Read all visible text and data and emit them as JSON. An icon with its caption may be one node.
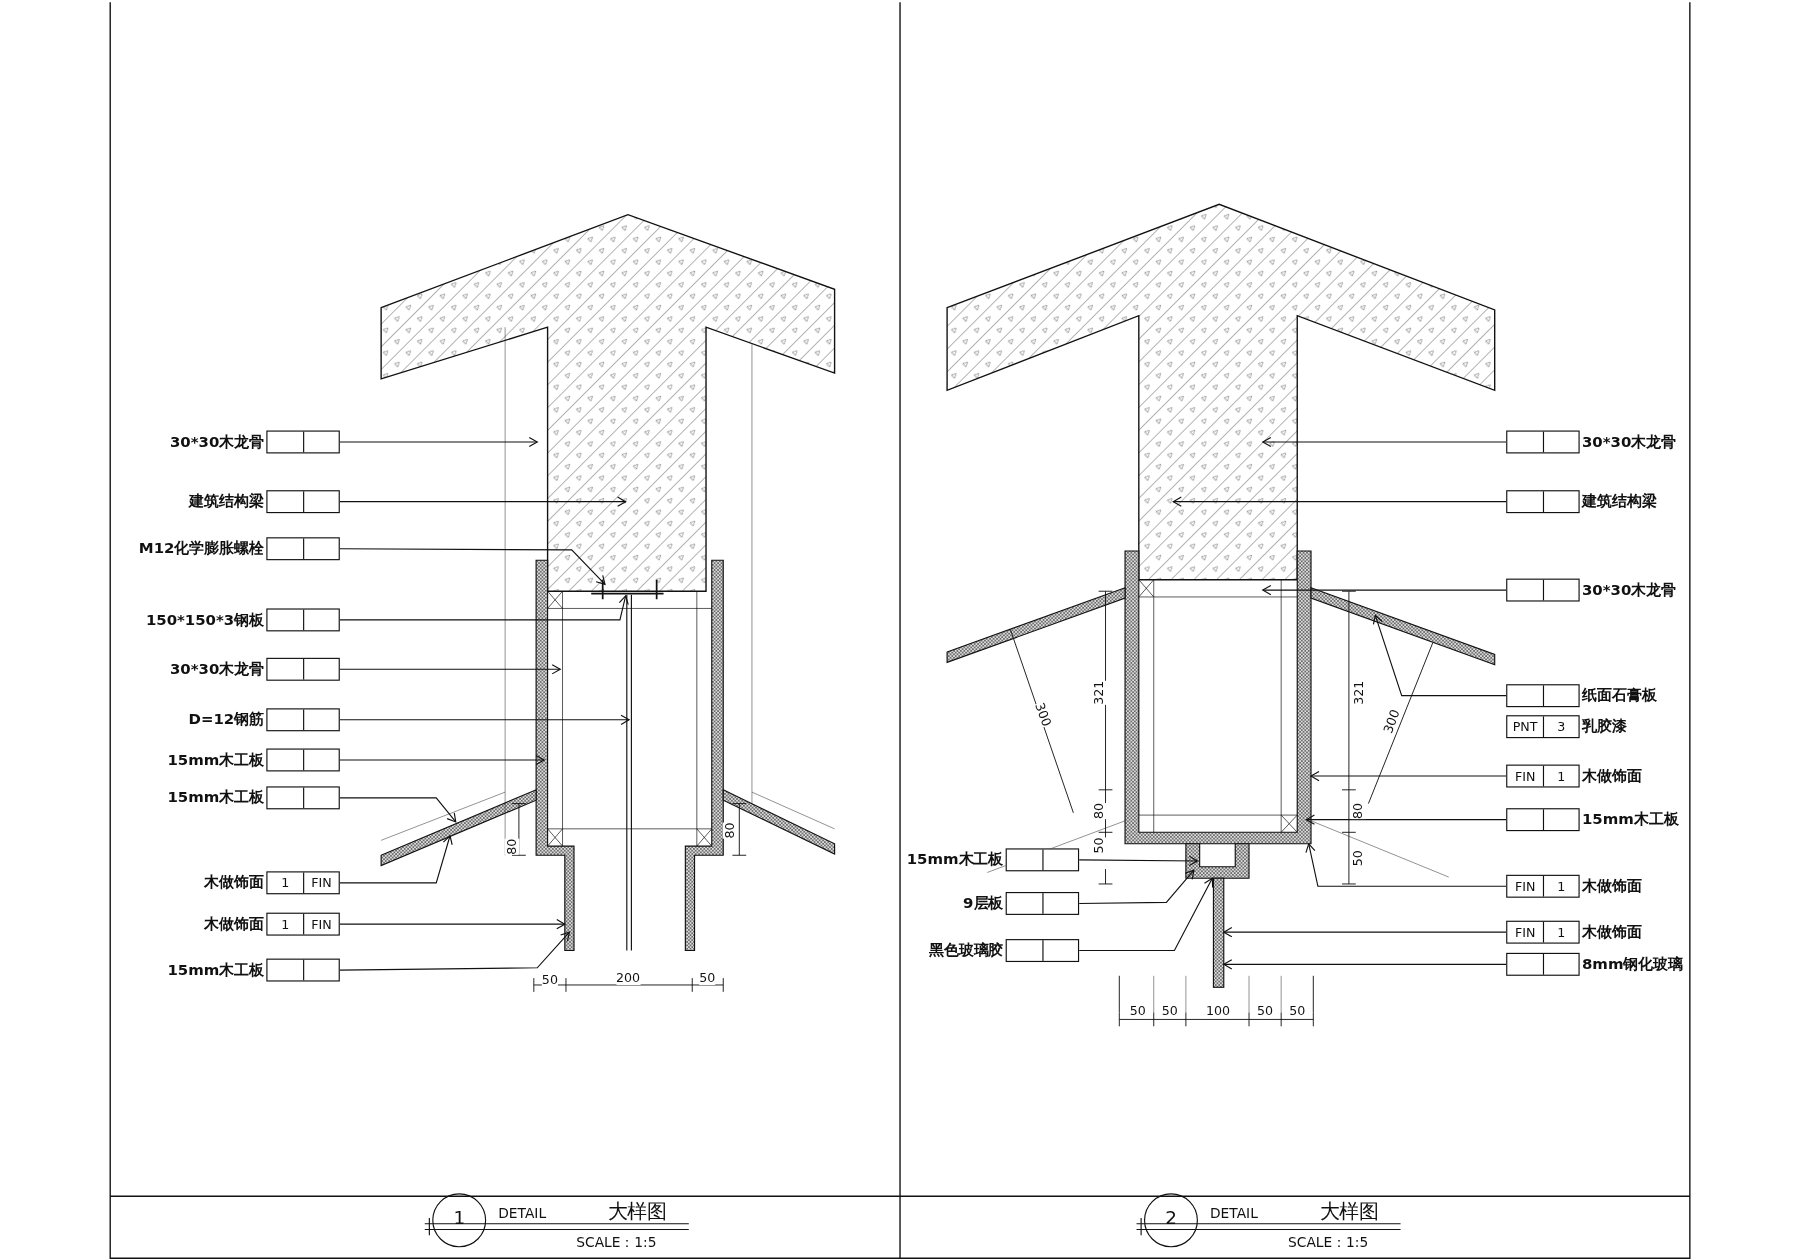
{
  "diagram": {
    "nodes": [
      {
        "text": [
          "30*30木龙骨"
        ]
      },
      {
        "text": [
          "建筑结构梁"
        ]
      },
      {
        "text": [
          "M12化学膨胀螺栓"
        ]
      },
      {
        "text": [
          "150*150*3钢板"
        ]
      },
      {
        "text": [
          "30*30木龙骨"
        ]
      },
      {
        "text": [
          "D=12钢筋"
        ]
      },
      {
        "text": [
          "15mm木工板"
        ]
      },
      {
        "text": [
          "15mm木工板"
        ]
      },
      {
        "text": [
          "木做饰面",
          "1",
          "FIN"
        ]
      },
      {
        "text": [
          "木做饰面",
          "1",
          "FIN"
        ]
      },
      {
        "text": [
          "15mm木工板"
        ]
      },
      {
        "text": [
          "30*30木龙骨"
        ]
      },
      {
        "text": [
          "建筑结构梁"
        ]
      },
      {
        "text": [
          "30*30木龙骨"
        ]
      },
      {
        "text": [
          "纸面石膏板"
        ]
      },
      {
        "text": [
          "PNT",
          "3",
          "乳胶漆"
        ]
      },
      {
        "text": [
          "FIN",
          "1",
          "木做饰面"
        ]
      },
      {
        "text": [
          "15mm木工板"
        ]
      },
      {
        "text": [
          "FIN",
          "1",
          "木做饰面"
        ]
      },
      {
        "text": [
          "FIN",
          "1",
          "木做饰面"
        ]
      },
      {
        "text": [
          "8mm钢化玻璃"
        ]
      },
      {
        "text": [
          "15mm木工板"
        ]
      },
      {
        "text": [
          "9层板"
        ]
      },
      {
        "text": [
          "黑色玻璃胶"
        ]
      }
    ],
    "edges": [
      {
        "from": 0,
        "to": null,
        "arrow": "to"
      },
      {
        "from": 1,
        "to": null,
        "arrow": "to"
      },
      {
        "from": 2,
        "to": null,
        "arrow": "to"
      },
      {
        "from": 3,
        "to": null,
        "arrow": "to"
      },
      {
        "from": 4,
        "to": null,
        "arrow": "to"
      },
      {
        "from": 5,
        "to": null,
        "arrow": "to"
      },
      {
        "from": 6,
        "to": null,
        "arrow": "to"
      },
      {
        "from": 7,
        "to": null,
        "arrow": "to"
      },
      {
        "from": 8,
        "to": null,
        "arrow": "to"
      },
      {
        "from": 9,
        "to": null,
        "arrow": "to"
      },
      {
        "from": 10,
        "to": null,
        "arrow": "to"
      },
      {
        "from": 11,
        "to": null,
        "arrow": "to"
      },
      {
        "from": 12,
        "to": null,
        "arrow": "to"
      },
      {
        "from": 13,
        "to": null,
        "arrow": "to"
      },
      {
        "from": 14,
        "to": null,
        "arrow": "to"
      },
      {
        "from": 16,
        "to": null,
        "arrow": "to"
      },
      {
        "from": 17,
        "to": null,
        "arrow": "to"
      },
      {
        "from": 18,
        "to": null,
        "arrow": "to"
      },
      {
        "from": 19,
        "to": null,
        "arrow": "to"
      },
      {
        "from": 20,
        "to": null,
        "arrow": "to"
      },
      {
        "from": 21,
        "to": null,
        "arrow": "to"
      },
      {
        "from": 22,
        "to": null,
        "arrow": "to"
      },
      {
        "from": 23,
        "to": null,
        "arrow": "to"
      }
    ],
    "labels": [
      "300",
      "321",
      "321",
      "300",
      "80",
      "80",
      "80",
      "80",
      "50",
      "50",
      "50",
      "200",
      "50",
      "50",
      "50",
      "100",
      "50",
      "50",
      "1",
      "DETAIL",
      "大样图",
      "SCALE：1:5",
      "2",
      "DETAIL",
      "大样图",
      "SCALE：1:5"
    ]
  }
}
